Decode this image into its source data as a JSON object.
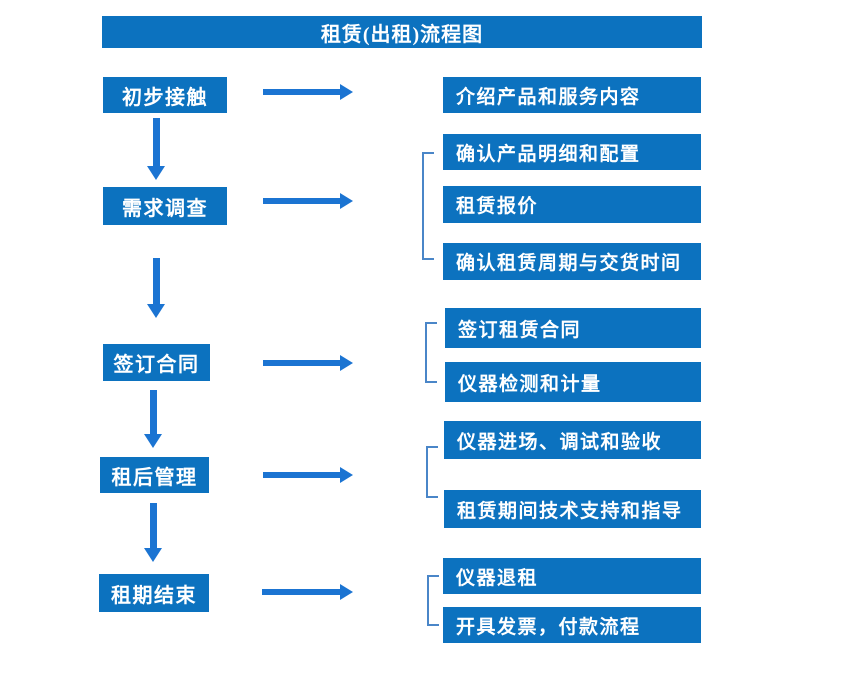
{
  "title": "租赁(出租)流程图",
  "colors": {
    "box_blue": "#0c72bf",
    "arrow_blue": "#1b74d2",
    "bracket_blue": "#4a86c8",
    "text_white": "#ffffff",
    "background": "#ffffff"
  },
  "flow": {
    "steps": [
      {
        "label": "初步接触",
        "details": [
          "介绍产品和服务内容"
        ]
      },
      {
        "label": "需求调查",
        "details": [
          "确认产品明细和配置",
          "租赁报价",
          "确认租赁周期与交货时间"
        ]
      },
      {
        "label": "签订合同",
        "details": [
          "签订租赁合同",
          "仪器检测和计量"
        ]
      },
      {
        "label": "租后管理",
        "details": [
          "仪器进场、调试和验收",
          "租赁期间技术支持和指导"
        ]
      },
      {
        "label": "租期结束",
        "details": [
          "仪器退租",
          "开具发票，付款流程"
        ]
      }
    ]
  }
}
